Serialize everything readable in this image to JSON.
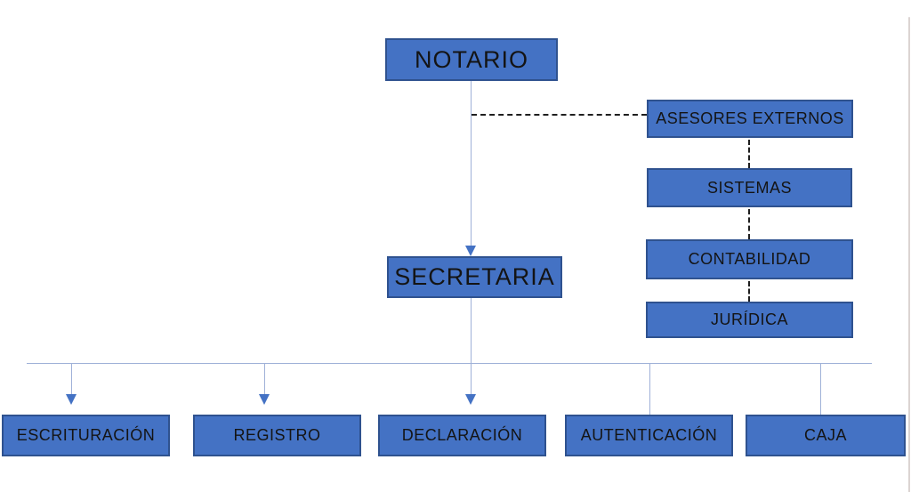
{
  "diagram": {
    "type": "org-chart",
    "nodes": {
      "notario": "NOTARIO",
      "asesores_externos": "ASESORES EXTERNOS",
      "sistemas": "SISTEMAS",
      "contabilidad": "CONTABILIDAD",
      "juridica": "JURÍDICA",
      "secretaria": "SECRETARIA",
      "escrituracion": "ESCRITURACIÓN",
      "registro": "REGISTRO",
      "declaracion": "DECLARACIÓN",
      "autenticacion": "AUTENTICACIÓN",
      "caja": "CAJA"
    },
    "edges": [
      {
        "from": "notario",
        "to": "secretaria",
        "style": "solid-arrow"
      },
      {
        "from": "notario",
        "to": "asesores_externos",
        "style": "dashed"
      },
      {
        "from": "asesores_externos",
        "to": "sistemas",
        "style": "dashed"
      },
      {
        "from": "sistemas",
        "to": "contabilidad",
        "style": "dashed"
      },
      {
        "from": "contabilidad",
        "to": "juridica",
        "style": "dashed"
      },
      {
        "from": "secretaria",
        "to": "escrituracion",
        "style": "solid-arrow"
      },
      {
        "from": "secretaria",
        "to": "registro",
        "style": "solid-arrow"
      },
      {
        "from": "secretaria",
        "to": "declaracion",
        "style": "solid-arrow"
      },
      {
        "from": "secretaria",
        "to": "autenticacion",
        "style": "solid"
      },
      {
        "from": "secretaria",
        "to": "caja",
        "style": "solid"
      }
    ],
    "colors": {
      "box_fill": "#4472C4",
      "box_border": "#2F528F",
      "connector": "#9FB1D8",
      "arrowhead": "#4472C4",
      "dashed_line": "#1F1F1F",
      "label_text": "#141414",
      "page_edge": "#DCD4D2"
    }
  }
}
